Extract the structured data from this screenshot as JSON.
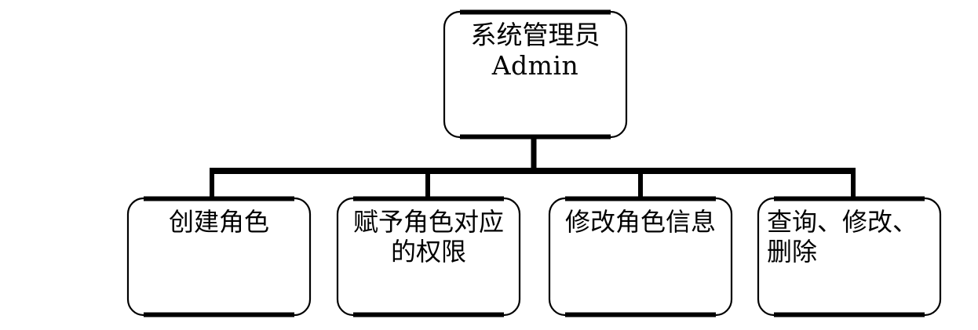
{
  "diagram": {
    "type": "organization-hierarchy",
    "title": "",
    "background_color": "#ffffff",
    "line_color": "#000000",
    "box_fill": "#ffffff",
    "root": {
      "id": "root",
      "label_line1": "系统管理员",
      "label_line2": "Admin",
      "shape": "rounded-rectangle"
    },
    "children": [
      {
        "id": "child-1",
        "label": "创建角色",
        "shape": "rounded-rectangle",
        "align": "center"
      },
      {
        "id": "child-2",
        "label": "赋予角色对应的权限",
        "shape": "rounded-rectangle",
        "align": "center"
      },
      {
        "id": "child-3",
        "label": "修改角色信息",
        "shape": "rounded-rectangle",
        "align": "center"
      },
      {
        "id": "child-4",
        "label": "查询、修改、删除",
        "shape": "rounded-rectangle",
        "align": "left"
      }
    ]
  }
}
